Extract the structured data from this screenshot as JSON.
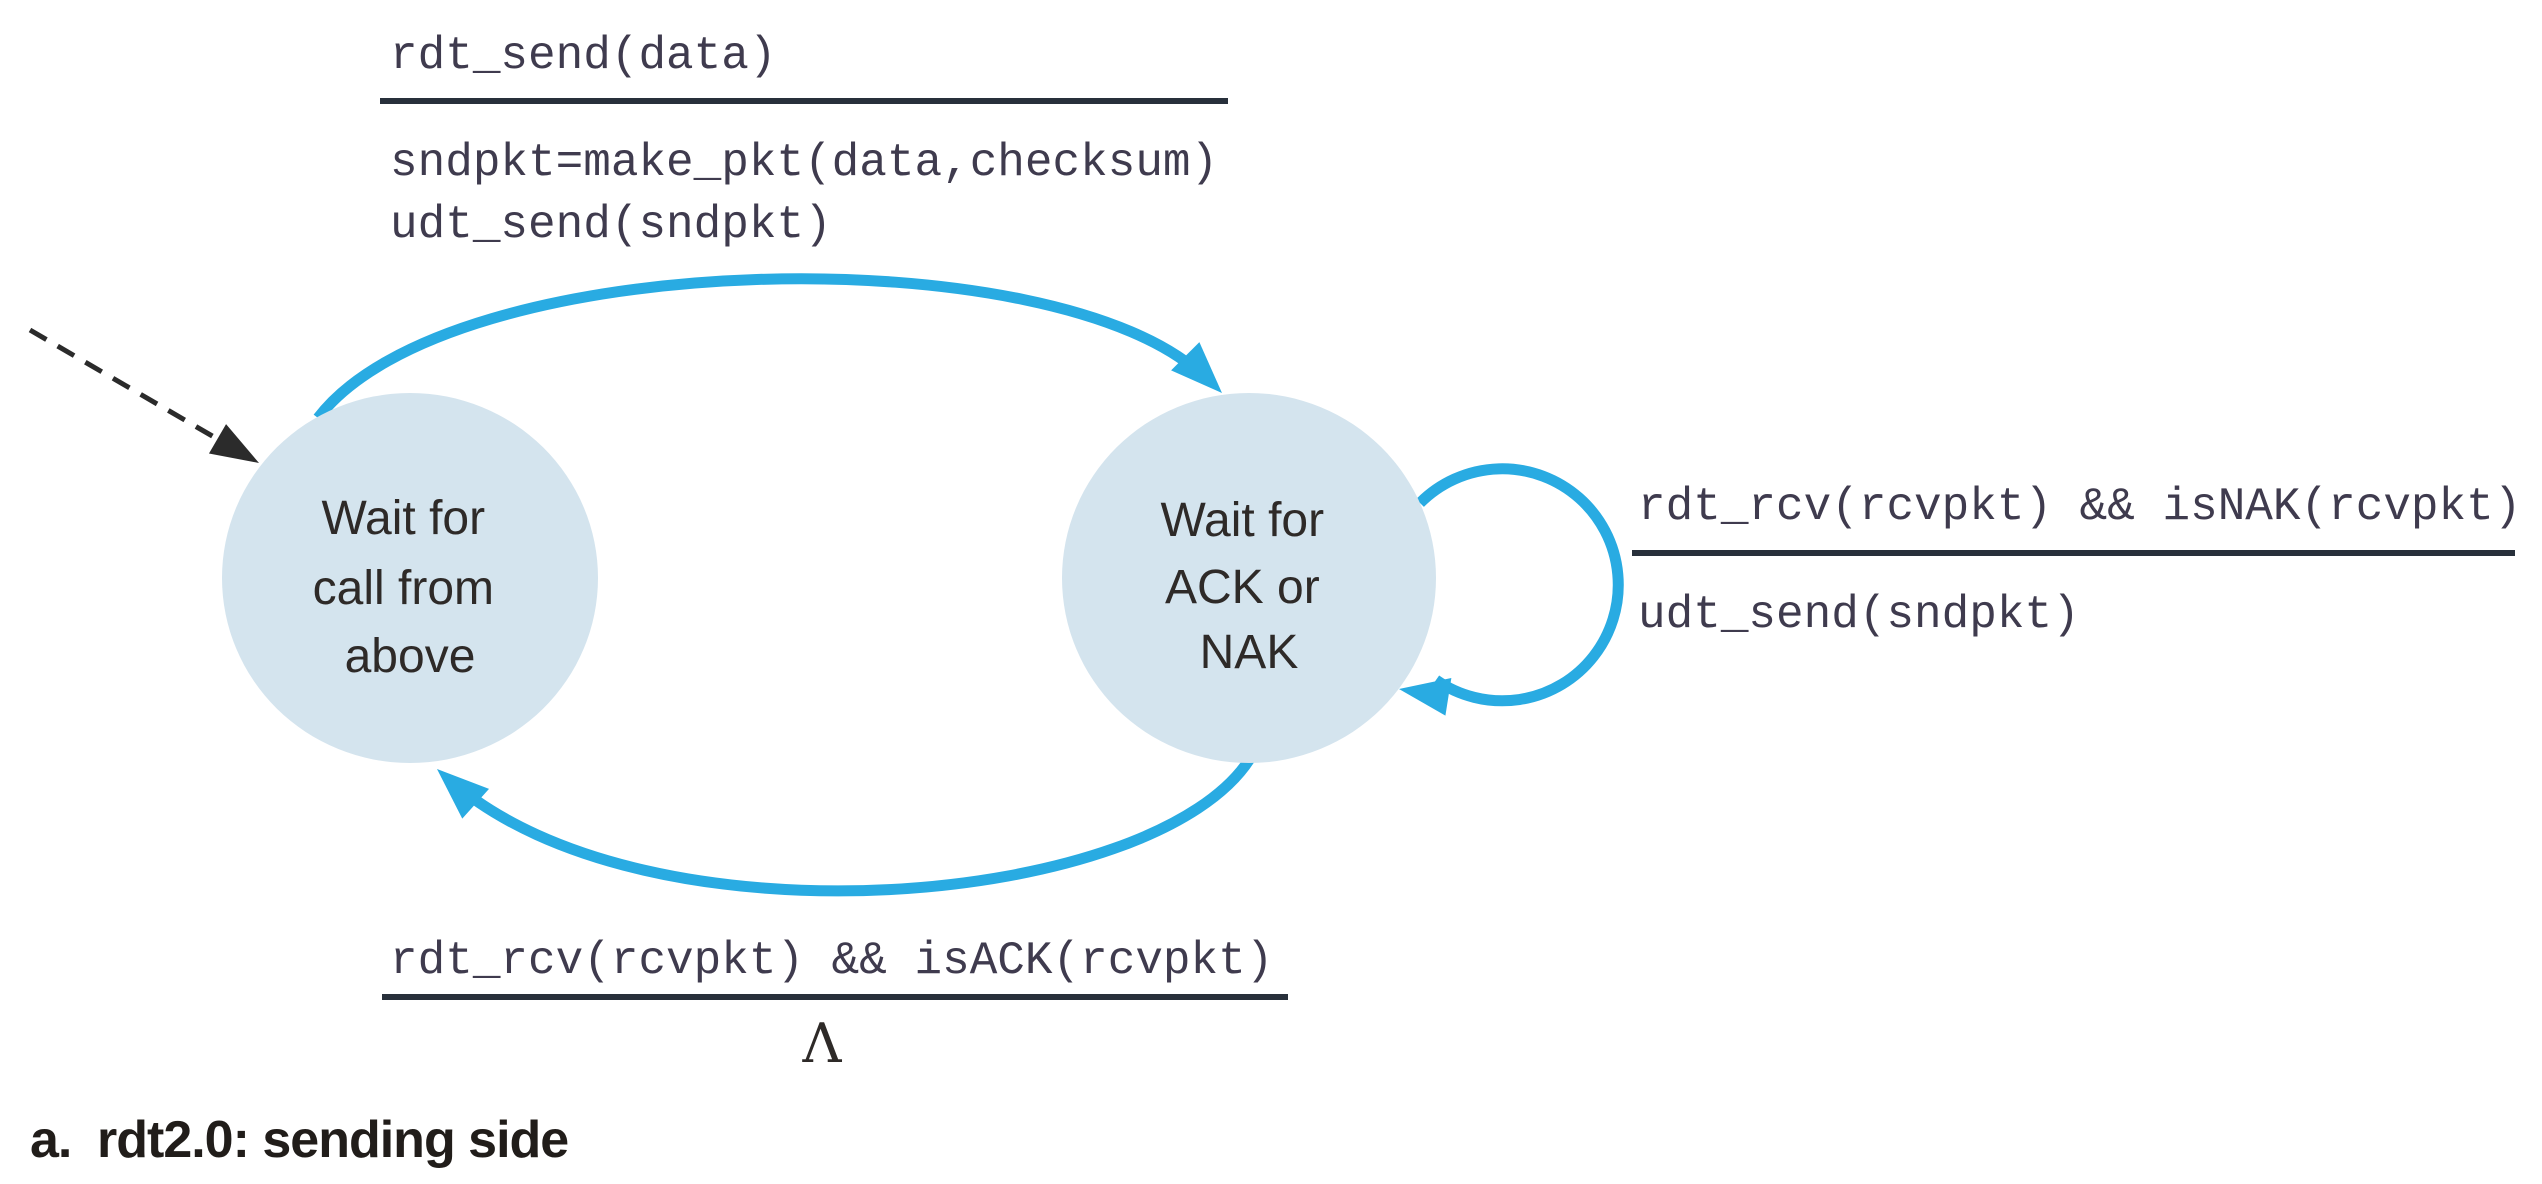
{
  "diagram": {
    "type": "finite-state-machine",
    "caption": {
      "prefix": "a.",
      "title": "rdt2.0: sending side"
    },
    "states": [
      {
        "id": "wait-call-from-above",
        "initial": true,
        "lines": [
          "Wait for",
          "call from",
          "above"
        ]
      },
      {
        "id": "wait-ack-or-nak",
        "initial": false,
        "lines": [
          "Wait for",
          "ACK or",
          "NAK"
        ]
      }
    ],
    "transitions": [
      {
        "id": "send-data",
        "from": "wait-call-from-above",
        "to": "wait-ack-or-nak",
        "event": "rdt_send(data)",
        "actions": [
          "sndpkt=make_pkt(data,checksum)",
          "udt_send(sndpkt)"
        ]
      },
      {
        "id": "nak-retransmit",
        "from": "wait-ack-or-nak",
        "to": "wait-ack-or-nak",
        "event": "rdt_rcv(rcvpkt) && isNAK(rcvpkt)",
        "actions": [
          "udt_send(sndpkt)"
        ]
      },
      {
        "id": "ack-return",
        "from": "wait-ack-or-nak",
        "to": "wait-call-from-above",
        "event": "rdt_rcv(rcvpkt) && isACK(rcvpkt)",
        "actions": [
          "Λ"
        ]
      }
    ],
    "colors": {
      "arrow_blue": "#29abe2",
      "state_fill": "#d4e4ee",
      "rule_line": "#28303b",
      "code_text": "#3f3b4e",
      "state_text": "#2e2a28",
      "caption_text": "#211d1a",
      "initial_arrow": "#2b2b2b",
      "background": "#ffffff"
    }
  }
}
